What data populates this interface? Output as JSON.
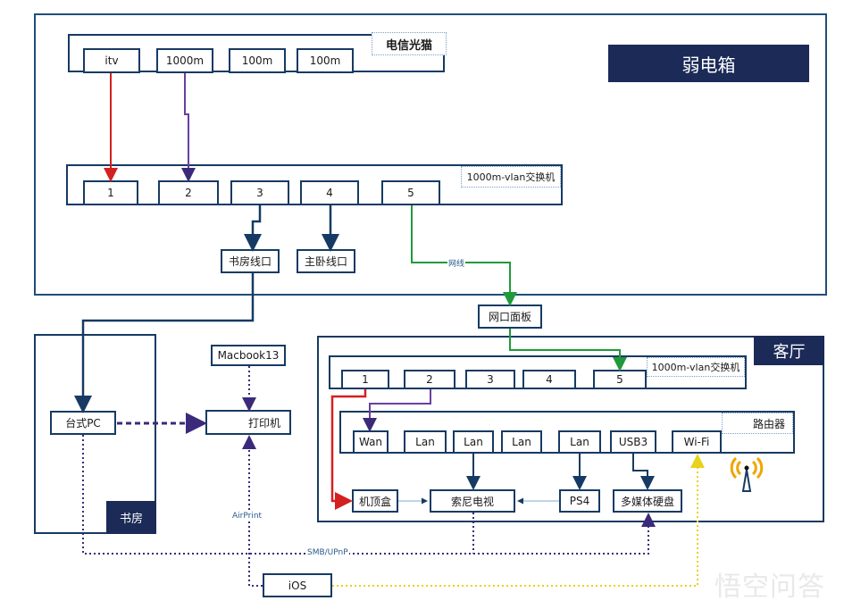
{
  "weak_box": {
    "title": "弱电箱",
    "modem": {
      "label": "电信光猫",
      "ports": [
        "itv",
        "1000m",
        "100m",
        "100m"
      ]
    },
    "switch": {
      "label": "1000m-vlan交换机",
      "ports": [
        "1",
        "2",
        "3",
        "4",
        "5"
      ]
    },
    "outlets": [
      "书房线口",
      "主卧线口"
    ],
    "cable_label": "网线"
  },
  "panel": "网口面板",
  "study": {
    "title": "书房",
    "pc": "台式PC"
  },
  "macbook": "Macbook13",
  "printer": "打印机",
  "ios": "iOS",
  "airprint_label": "AirPrint",
  "smb_label": "SMB/UPnP",
  "living_room": {
    "title": "客厅",
    "switch": {
      "label": "1000m-vlan交换机",
      "ports": [
        "1",
        "2",
        "3",
        "4",
        "5"
      ]
    },
    "router": {
      "label": "路由器",
      "ports": [
        "Wan",
        "Lan",
        "Lan",
        "Lan",
        "Lan",
        "USB3",
        "Wi-Fi"
      ]
    },
    "devices": [
      "机顶盒",
      "索尼电视",
      "PS4",
      "多媒体硬盘"
    ]
  },
  "watermark": "悟空问答",
  "colors": {
    "frame": "#1f4e79",
    "dark_label": "#1b2a57",
    "itv_line": "#d42020",
    "vlan_line": "#6a3fa0",
    "cable_line": "#1f9a3a",
    "wifi_line": "#e8d21a",
    "lan_line": "#163a63"
  }
}
